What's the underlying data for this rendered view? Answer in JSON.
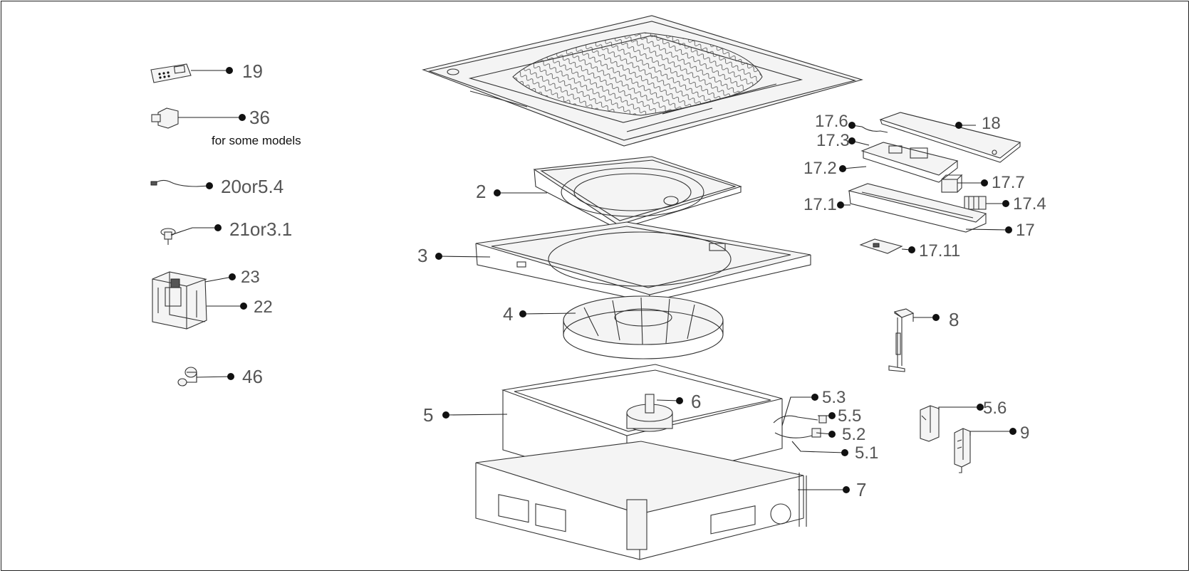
{
  "labels": {
    "l19": "19",
    "l36": "36",
    "note36": "for some models",
    "l20": "20or5.4",
    "l21": "21or3.1",
    "l23": "23",
    "l22": "22",
    "l46": "46",
    "l2": "2",
    "l3": "3",
    "l4": "4",
    "l5": "5",
    "l6": "6",
    "l7": "7",
    "l53": "5.3",
    "l55": "5.5",
    "l52": "5.2",
    "l51": "5.1",
    "l176": "17.6",
    "l173": "17.3",
    "l172": "17.2",
    "l171": "17.1",
    "l18": "18",
    "l177": "17.7",
    "l174": "17.4",
    "l17": "17",
    "l1711": "17.11",
    "l8": "8",
    "l56": "5.6",
    "l9": "9"
  },
  "colors": {
    "line": "#333333",
    "label": "#555555",
    "background": "#ffffff"
  }
}
